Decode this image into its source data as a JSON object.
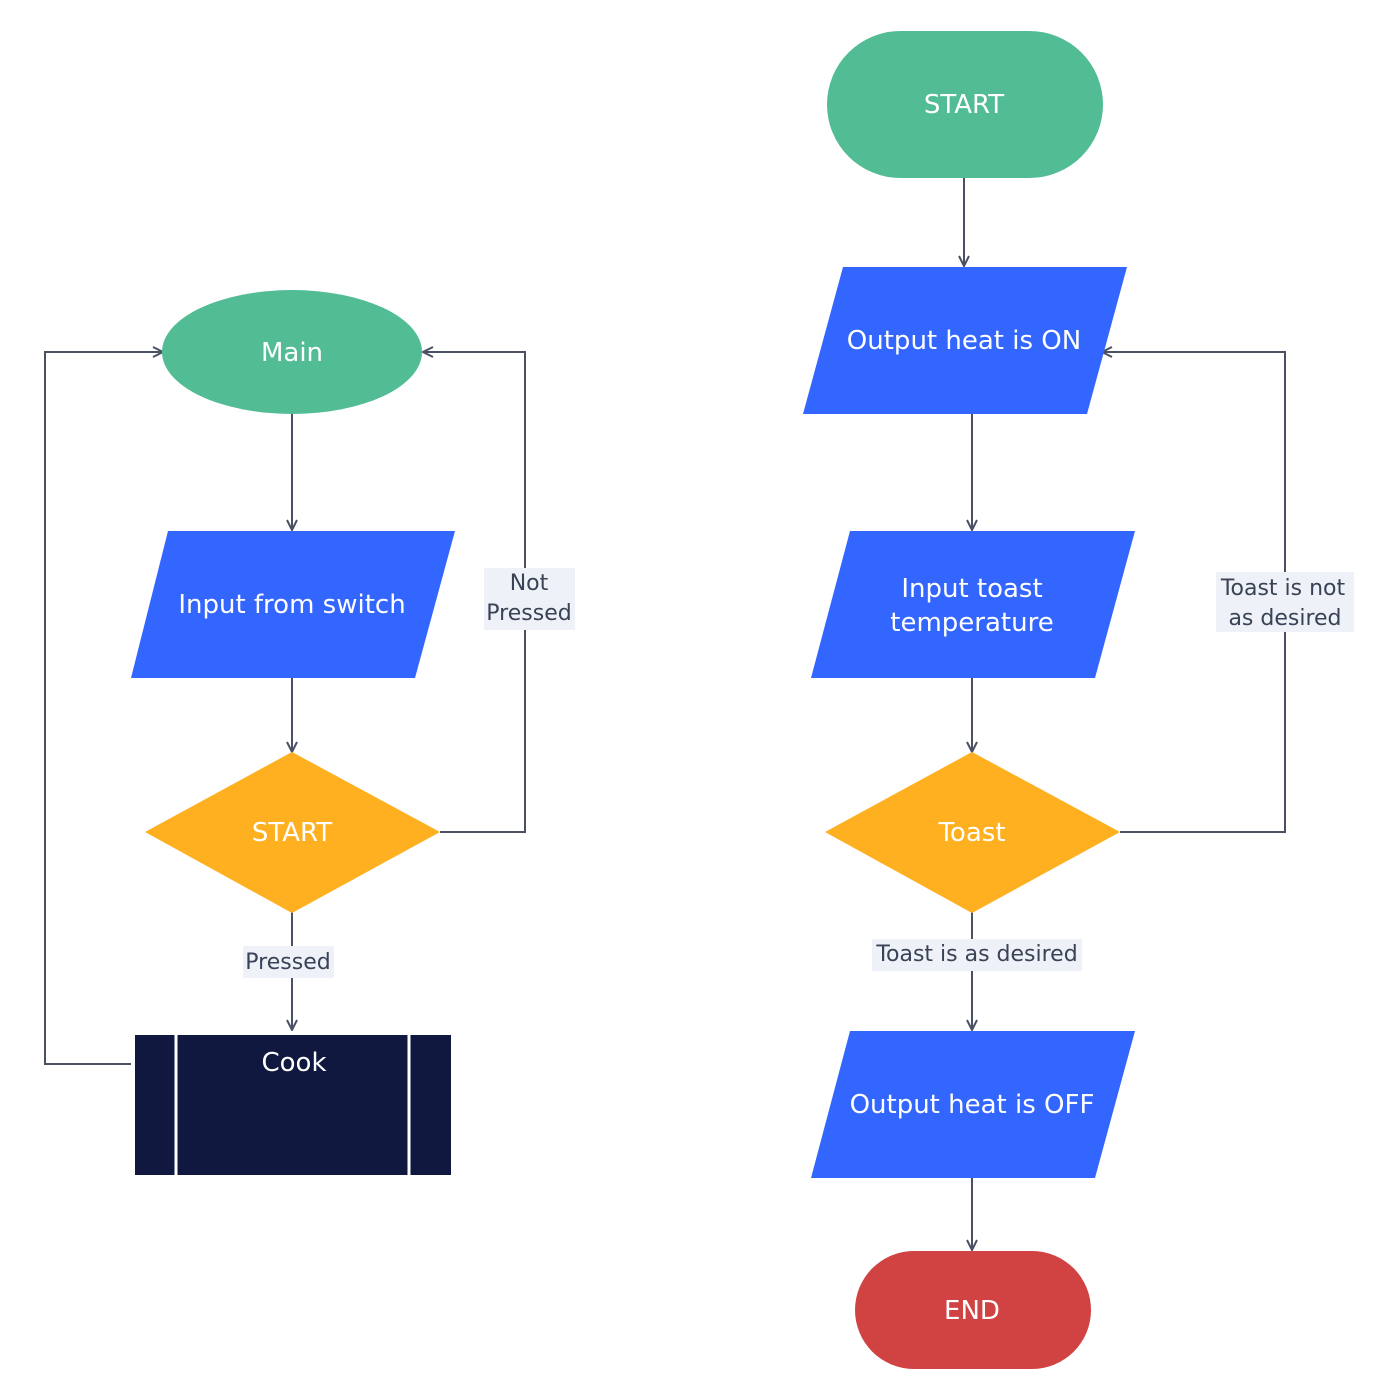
{
  "colors": {
    "terminal": "#52bd94",
    "io": "#3366ff",
    "decision": "#ffb020",
    "subprocess": "#101840",
    "end": "#d14343",
    "edge": "#4b5065",
    "label_bg": "#eef2f8",
    "label_text": "#3a4256"
  },
  "left_flow": {
    "main": "Main",
    "input": "Input from switch",
    "decision": "START",
    "subprocess": "Cook",
    "label_not_pressed_1": "Not",
    "label_not_pressed_2": "Pressed",
    "label_pressed": "Pressed"
  },
  "right_flow": {
    "start": "START",
    "output_on": "Output heat is ON",
    "input_1": "Input toast",
    "input_2": "temperature",
    "decision": "Toast",
    "output_off": "Output heat is OFF",
    "end": "END",
    "label_not_desired_1": "Toast is not",
    "label_not_desired_2": "as desired",
    "label_desired": "Toast is as desired"
  }
}
